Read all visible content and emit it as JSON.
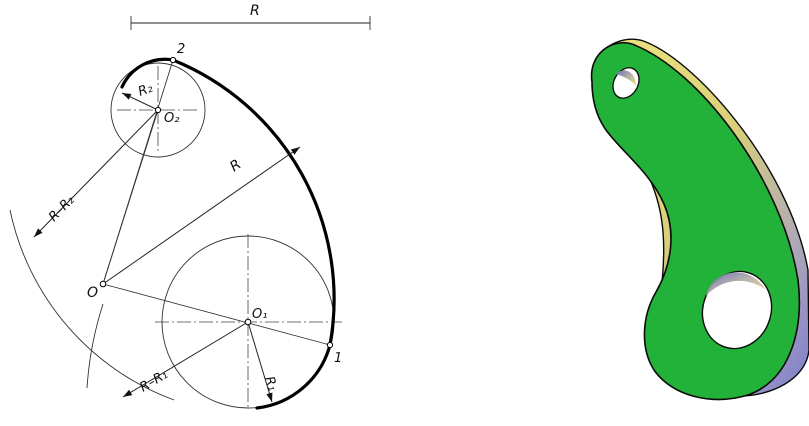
{
  "drawing": {
    "labels": {
      "R_top": "R",
      "two": "2",
      "R2": "R₂",
      "O2": "O₂",
      "R_mid": "R",
      "R_minus_R2": "R–R₂",
      "O": "O",
      "O1": "O₁",
      "one": "1",
      "R_minus_R1": "R–R₁",
      "R1": "R₁"
    }
  },
  "render3d": {
    "colors": {
      "face": "#22b23a",
      "edge_yellow": "#e6df7a",
      "edge_blue": "#8a86c8",
      "outline": "#0a0a0a"
    }
  }
}
